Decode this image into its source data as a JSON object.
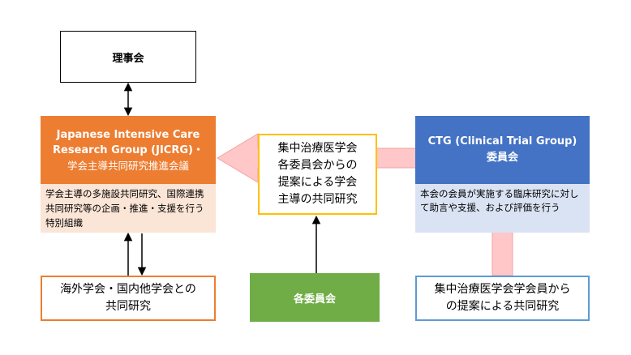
{
  "nodes": {
    "board": {
      "label": "理事会"
    },
    "jicrg": {
      "title_lines": [
        "Japanese Intensive Care",
        "Research Group (JICRG)・",
        "学会主導共同研究推進会議"
      ],
      "description": "学会主導の多施設共同研究、国際連携共同研究等の企画・推進・支援を行う特別組織",
      "color": "#ed7d31"
    },
    "proposal": {
      "lines": [
        "集中治療医学会",
        "各委員会からの",
        "提案による学会",
        "主導の共同研究"
      ]
    },
    "ctg": {
      "title_lines": [
        "CTG (Clinical Trial Group)",
        "委員会"
      ],
      "description": "本会の会員が実施する臨床研究に対して助言や支援、および評価を行う",
      "color": "#4472c4"
    },
    "overseas": {
      "lines": [
        "海外学会・国内他学会との",
        "共同研究"
      ]
    },
    "committees": {
      "label": "各委員会",
      "color": "#70ad47"
    },
    "members": {
      "lines": [
        "集中治療医学会学会員から",
        "の提案による共同研究"
      ]
    }
  }
}
